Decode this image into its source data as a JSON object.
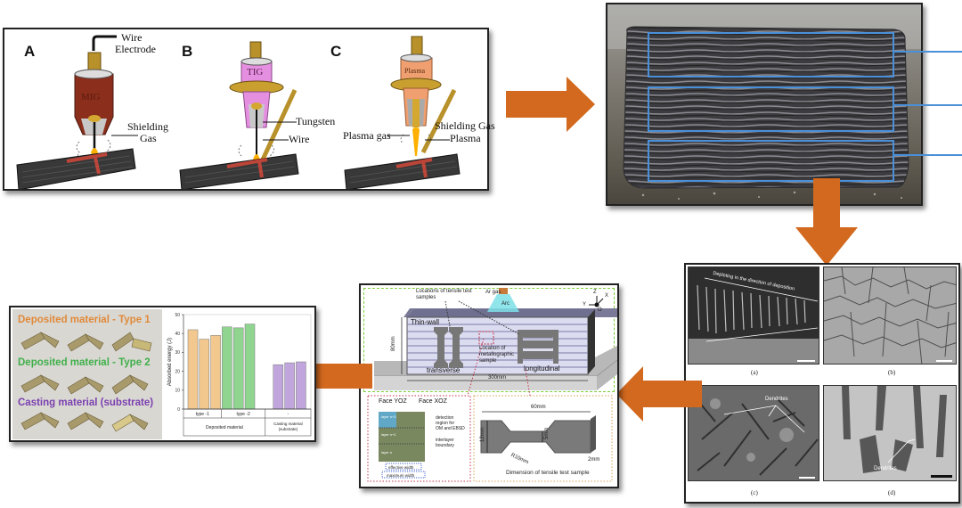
{
  "figure": {
    "welding_panel": {
      "processes": [
        {
          "letter": "A",
          "torch_label": "MIG",
          "torch_color": "#8b2e1c",
          "callouts": [
            "Wire",
            "Electrode",
            "Shielding",
            "Gas"
          ]
        },
        {
          "letter": "B",
          "torch_label": "TIG",
          "torch_color": "#e58fe0",
          "callouts": [
            "Tungsten",
            "Wire"
          ]
        },
        {
          "letter": "C",
          "torch_label": "Plasma",
          "torch_color": "#f0a070",
          "callouts": [
            "Shielding Gas",
            "Plasma gas",
            "Plasma"
          ]
        }
      ]
    },
    "block_photo": {
      "description": "wire arc additive manufactured block with three highlighted regions",
      "highlight_color": "#4a90d9",
      "regions": [
        "top",
        "middle",
        "bottom"
      ]
    },
    "micrographs": {
      "panels": [
        {
          "id": "a",
          "caption": "(a)",
          "annotation": "Depleting in the direction of deposition"
        },
        {
          "id": "b",
          "caption": "(b)",
          "annotation": ""
        },
        {
          "id": "c",
          "caption": "(c)",
          "annotation": "Dendrites"
        },
        {
          "id": "d",
          "caption": "(d)",
          "annotation": "Dendrites"
        }
      ]
    },
    "thin_wall": {
      "labels": {
        "tensile_locations": "Locations of tensile test",
        "tensile_locations_2": "samples",
        "ar_gas": "Ar gas",
        "arc": "Arc",
        "thin_wall": "Thin-wall",
        "height": "80mm",
        "metallo_1": "Location of",
        "metallo_2": "metallographic",
        "metallo_3": "sample",
        "transverse": "transverse",
        "longitudinal": "longitudinal",
        "length": "300mm",
        "axis_z": "Z",
        "axis_x": "X",
        "axis_y": "Y",
        "axis_o": "O"
      },
      "face_detail": {
        "face_yoz": "Face YOZ",
        "face_xoz": "Face XOZ",
        "detection_1": "detection",
        "detection_2": "region for",
        "detection_3": "OM and EBSD",
        "interlayer_1": "interlayer",
        "interlayer_2": "boundary",
        "effective_width": "effective width",
        "maximum_width": "maximum width",
        "layers": [
          "layer n+2",
          "layer n+1",
          "layer n"
        ]
      },
      "tensile_sample": {
        "length": "60mm",
        "grip_width": "12mm",
        "gauge_width": "5mm",
        "radius": "R10mm",
        "thickness": "2mm",
        "caption": "Dimension of tensile test sample"
      },
      "border_colors": {
        "top": "#7ccf3a",
        "left_detail": "#c0334a",
        "right_detail": "#d9a050"
      }
    },
    "charpy": {
      "photo_captions": [
        {
          "text": "Deposited material -  Type 1",
          "color": "#e08a3a"
        },
        {
          "text": "Deposited material -  Type 2",
          "color": "#3fb04a"
        },
        {
          "text": "Casting material (substrate)",
          "color": "#7a3fb0"
        }
      ]
    },
    "arrow_color": "#d2691e"
  },
  "chart_data": {
    "type": "bar",
    "title": "",
    "xlabel": "",
    "ylabel": "Absorbed energy (J)",
    "ylim": [
      0,
      50
    ],
    "yticks": [
      0,
      10,
      20,
      30,
      40,
      50
    ],
    "grid": false,
    "categories": [
      "type -1",
      "type -1",
      "type -1",
      "type -2",
      "type -2",
      "type -2",
      "-",
      "-",
      "-"
    ],
    "subgroups": [
      "type -1",
      "type -2",
      "-"
    ],
    "groups": [
      {
        "label": "Deposited material",
        "subgroups": [
          "type -1",
          "type -2"
        ]
      },
      {
        "label": "Casting material (substrate)",
        "subgroups": [
          "-"
        ]
      }
    ],
    "series": [
      {
        "name": "type -1",
        "color": "#f2c88f",
        "values": [
          42,
          37,
          39
        ]
      },
      {
        "name": "type -2",
        "color": "#8fd58f",
        "values": [
          43.5,
          43,
          45
        ]
      },
      {
        "name": "-",
        "color": "#c0a6dc",
        "values": [
          23.5,
          24.5,
          25
        ]
      }
    ]
  }
}
